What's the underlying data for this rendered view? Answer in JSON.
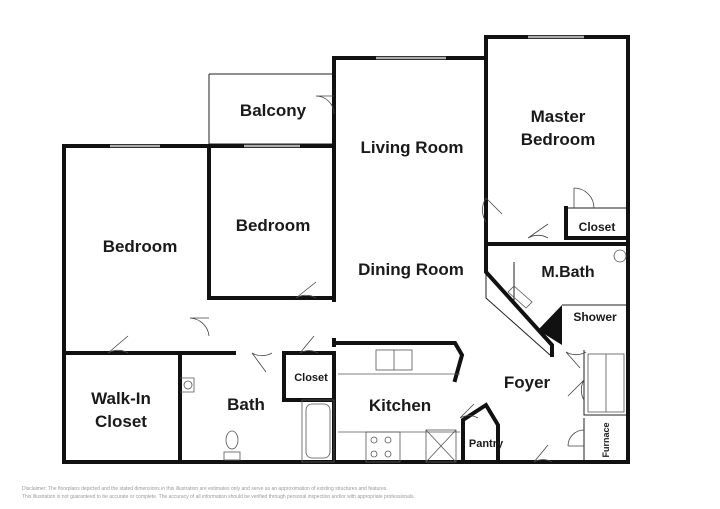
{
  "rooms": {
    "balcony": "Balcony",
    "living_room": "Living Room",
    "master_bedroom_line1": "Master",
    "master_bedroom_line2": "Bedroom",
    "bedroom_left": "Bedroom",
    "bedroom_middle": "Bedroom",
    "dining_room": "Dining Room",
    "master_closet": "Closet",
    "master_bath": "M.Bath",
    "shower": "Shower",
    "walkin_line1": "Walk-In",
    "walkin_line2": "Closet",
    "bath": "Bath",
    "hall_closet": "Closet",
    "kitchen": "Kitchen",
    "foyer": "Foyer",
    "pantry": "Pantry",
    "furnace": "Furnace"
  },
  "disclaimer": {
    "line1": "Disclaimer: The floorplans depicted and the stated dimensions in this illustration are estimates only and serve as an approximation of existing structures and features.",
    "line2": "This illustration is not guaranteed to be accurate or complete. The accuracy of all information should be verified through personal inspection and/or with appropriate professionals."
  },
  "colors": {
    "wall": "#111111",
    "fixture": "#555555",
    "background": "#ffffff"
  }
}
